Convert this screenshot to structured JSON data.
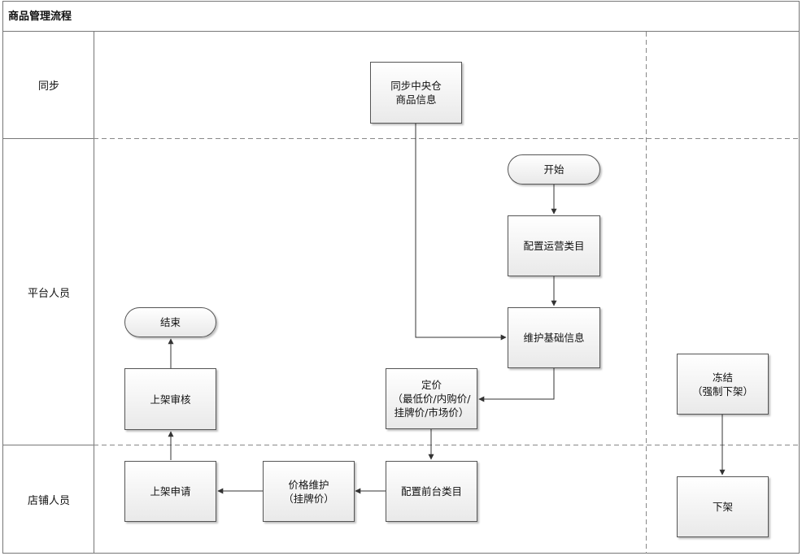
{
  "diagram": {
    "title": "商品管理流程",
    "lanes": {
      "sync": "同步",
      "platform": "平台人员",
      "store": "店铺人员"
    },
    "nodes": {
      "sync_central": "同步中央仓\n商品信息",
      "start": "开始",
      "config_ops_category": "配置运营类目",
      "maintain_basic_info": "维护基础信息",
      "pricing": "定价\n（最低价/内购价/\n挂牌价/市场价）",
      "config_front_category": "配置前台类目",
      "price_maintenance": "价格维护\n（挂牌价）",
      "listing_apply": "上架申请",
      "listing_review": "上架审核",
      "end": "结束",
      "freeze": "冻结\n（强制下架）",
      "delist": "下架"
    }
  }
}
